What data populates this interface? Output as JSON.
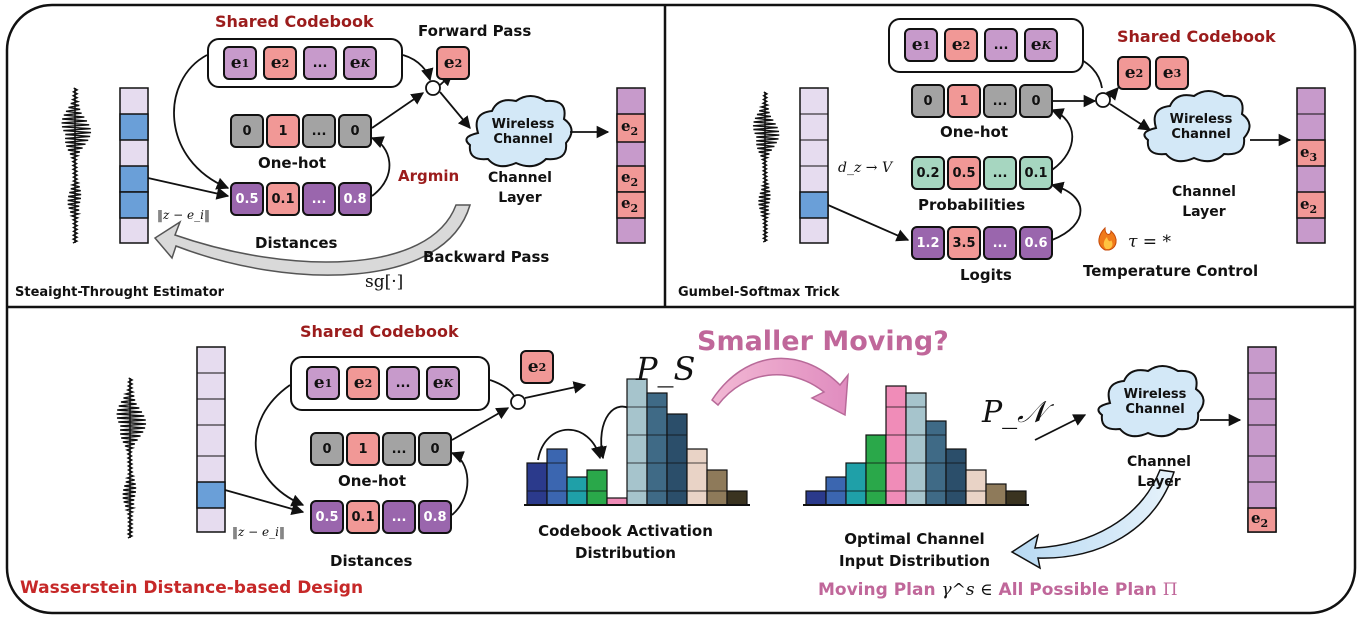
{
  "panels": {
    "ste": {
      "title": "Steaight-Throught Estimator",
      "codebook_label": "Shared Codebook",
      "forward_label": "Forward Pass",
      "backward_label": "Backward Pass",
      "onehot_label": "One-hot",
      "distances_label": "Distances",
      "argmin_label": "Argmin",
      "channel_label": [
        "Channel",
        "Layer"
      ],
      "norm_label": "‖z − e_i‖",
      "sg_label": "sg[·]",
      "onehot_values": [
        "0",
        "1",
        "...",
        "0"
      ],
      "distance_values": [
        "0.5",
        "0.1",
        "...",
        "0.8"
      ],
      "selected_code": "e2"
    },
    "gumbel": {
      "title": "Gumbel-Softmax Trick",
      "codebook_label": "Shared Codebook",
      "onehot_label": "One-hot",
      "probabilities_label": "Probabilities",
      "logits_label": "Logits",
      "dz_label": "d_z → V",
      "temp_label": "Temperature Control",
      "tau_label": "τ = *",
      "channel_label": [
        "Channel",
        "Layer"
      ],
      "onehot_values": [
        "0",
        "1",
        "...",
        "0"
      ],
      "prob_values": [
        "0.2",
        "0.5",
        "...",
        "0.1"
      ],
      "logit_values": [
        "1.2",
        "3.5",
        "...",
        "0.6"
      ],
      "selected_codes": [
        "e2",
        "e3"
      ]
    },
    "wasserstein": {
      "title": "Wasserstein Distance-based Design",
      "codebook_label": "Shared Codebook",
      "onehot_label": "One-hot",
      "distances_label": "Distances",
      "norm_label": "‖z − e_i‖",
      "smaller_moving": "Smaller Moving?",
      "ps_label": "P_S",
      "pn_label": "P_𝒩",
      "activation_label": [
        "Codebook Activation",
        "Distribution"
      ],
      "optimal_label": [
        "Optimal Channel",
        "Input Distribution"
      ],
      "moving_plan_prefix": "Moving Plan",
      "gamma_label": "γ^s ∈",
      "moving_plan_suffix": "All Possible Plan",
      "pi_label": "Π",
      "channel_label": [
        "Channel",
        "Layer"
      ],
      "onehot_values": [
        "0",
        "1",
        "...",
        "0"
      ],
      "distance_values": [
        "0.5",
        "0.1",
        "...",
        "0.8"
      ],
      "selected_code": "e2"
    }
  },
  "wireless": [
    "Wireless",
    "Channel"
  ],
  "codebook_entries": [
    "e1",
    "e2",
    "...",
    "eK"
  ],
  "colors": {
    "codebook_red": "#9b1c1c",
    "title_red": "#c62828",
    "pink_text": "#c0679a",
    "salmon": "#f19896",
    "purple": "#9a66ad",
    "lavender": "#c79acb",
    "cloud": "#d3e8f7"
  },
  "histogram_left": [
    3,
    4,
    2,
    2.5,
    0.5,
    9,
    8,
    6.5,
    4,
    2.5,
    1
  ],
  "histogram_right": [
    1,
    2,
    3,
    5,
    8.5,
    8,
    6,
    4,
    2.5,
    1.5,
    1
  ]
}
